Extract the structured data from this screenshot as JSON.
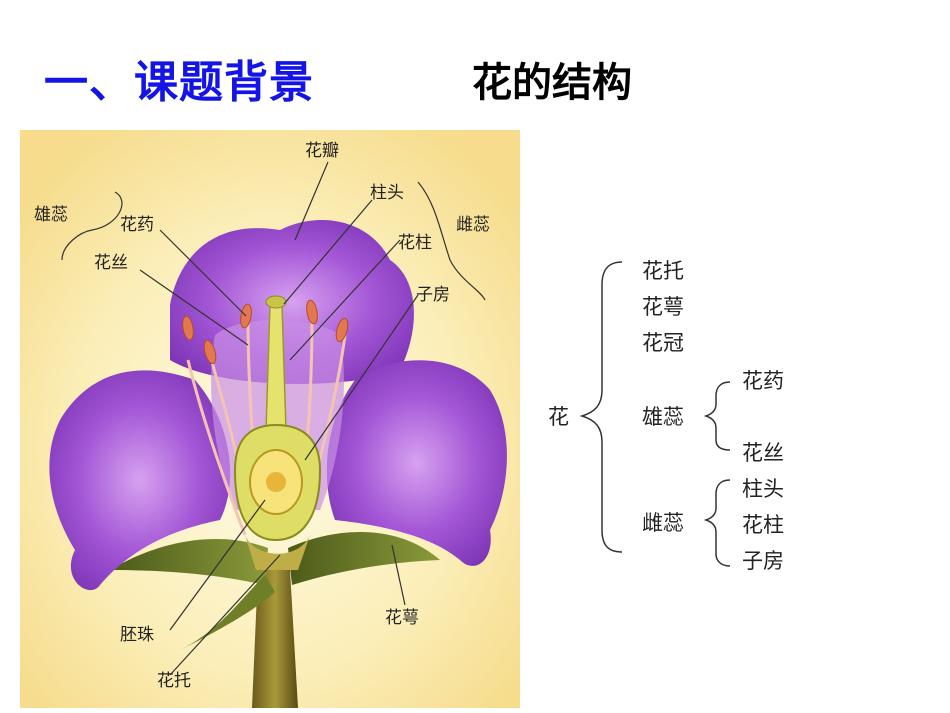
{
  "heading": {
    "main": "一、课题背景",
    "sub": "花的结构"
  },
  "diagram_labels": {
    "petal": "花瓣",
    "stamen": "雄蕊",
    "pistil": "雌蕊",
    "anther": "花药",
    "filament": "花丝",
    "stigma": "柱头",
    "style": "花柱",
    "ovary": "子房",
    "ovule": "胚珠",
    "receptacle": "花托",
    "sepal": "花萼"
  },
  "tree": {
    "root": "花",
    "items": [
      "花托",
      "花萼",
      "花冠"
    ],
    "stamen": {
      "label": "雄蕊",
      "children": [
        "花药",
        "花丝"
      ]
    },
    "pistil": {
      "label": "雌蕊",
      "children": [
        "柱头",
        "花柱",
        "子房"
      ]
    }
  },
  "colors": {
    "heading_blue": "#1414e6",
    "petal_purple": "#9b4fd0",
    "background_yellow": "#fbe9a8"
  }
}
